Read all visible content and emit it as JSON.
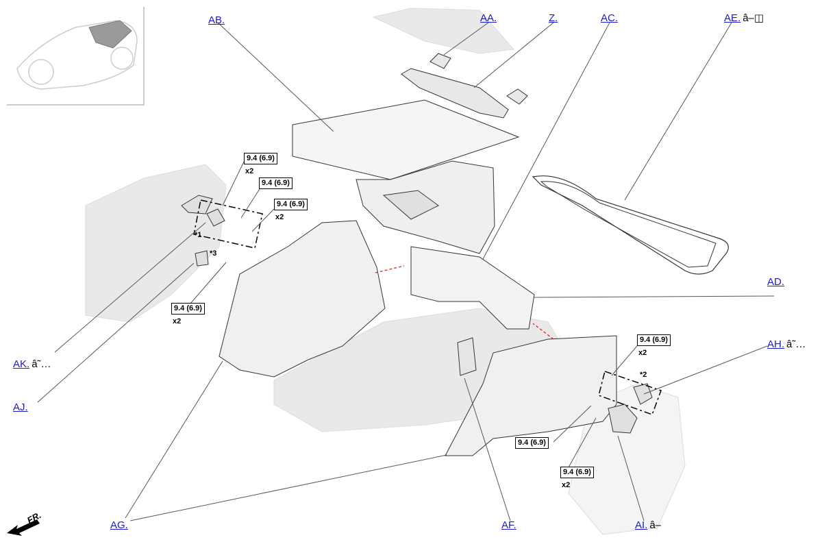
{
  "callouts": {
    "aa": {
      "label": "AA.",
      "mark": ""
    },
    "z": {
      "label": "Z.",
      "mark": ""
    },
    "ab": {
      "label": "AB.",
      "mark": ""
    },
    "ac": {
      "label": "AC.",
      "mark": ""
    },
    "ae": {
      "label": "AE.",
      "mark": "â–◫"
    },
    "ad": {
      "label": "AD.",
      "mark": ""
    },
    "ah": {
      "label": "AH.",
      "mark": "â˜…"
    },
    "ak": {
      "label": "AK.",
      "mark": "â˜…"
    },
    "aj": {
      "label": "AJ.",
      "mark": ""
    },
    "ag": {
      "label": "AG.",
      "mark": ""
    },
    "af": {
      "label": "AF.",
      "mark": ""
    },
    "ai": {
      "label": "AI.",
      "mark": "â–"
    }
  },
  "torques": {
    "t1": {
      "value": "9.4 (6.9)",
      "qty": "x2"
    },
    "t2": {
      "value": "9.4 (6.9)",
      "qty": ""
    },
    "t3": {
      "value": "9.4 (6.9)",
      "qty": "x2"
    },
    "t4": {
      "value": "9.4 (6.9)",
      "qty": "x2"
    },
    "t5": {
      "value": "9.4 (6.9)",
      "qty": "x2"
    },
    "t6": {
      "value": "9.4 (6.9)",
      "qty": ""
    },
    "t7": {
      "value": "9.4 (6.9)",
      "qty": "x2"
    }
  },
  "notes": {
    "n1": "*1",
    "n2": "*2",
    "n3": "*3"
  },
  "direction": {
    "label": "FR."
  },
  "colors": {
    "link": "#1a1acc",
    "leader": "#555555",
    "body_shading": "#e6e6e6",
    "arrow": "#e02020"
  }
}
